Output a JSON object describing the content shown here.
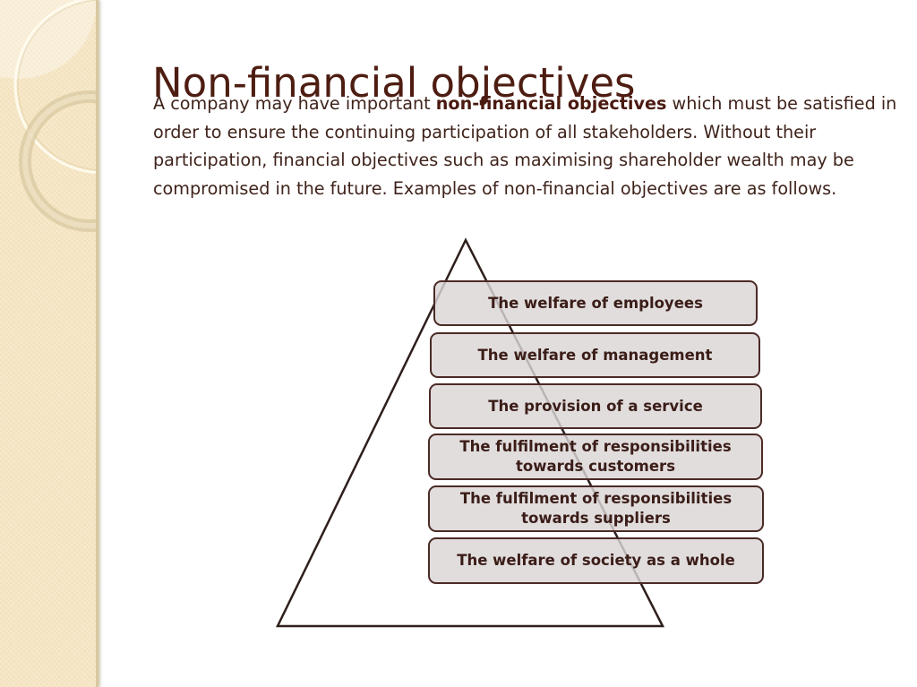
{
  "slide": {
    "title": "Non-financial objectives",
    "paragraph": {
      "before_bold": "A company may have important ",
      "bold": "non-financial objectives",
      "after_bold": " which must be satisfied in order to ensure the continuing participation of all stakeholders. Without their participation, financial objectives such as maximising shareholder wealth may be compromised in the future. Examples of non-financial objectives are as follows."
    }
  },
  "pyramid": {
    "levels": [
      {
        "label": "The welfare of employees"
      },
      {
        "label": "The welfare of management"
      },
      {
        "label": "The provision of a service"
      },
      {
        "label": "The fulfilment of responsibilities towards customers"
      },
      {
        "label": "The fulfilment of responsibilities towards suppliers"
      },
      {
        "label": "The welfare of society as a whole"
      }
    ]
  },
  "colors": {
    "title": "#4e1d12",
    "text": "#3f231b",
    "box_fill": "#dad6d6",
    "box_border": "#4b2a26",
    "sidebar": "#f3e1bb"
  }
}
